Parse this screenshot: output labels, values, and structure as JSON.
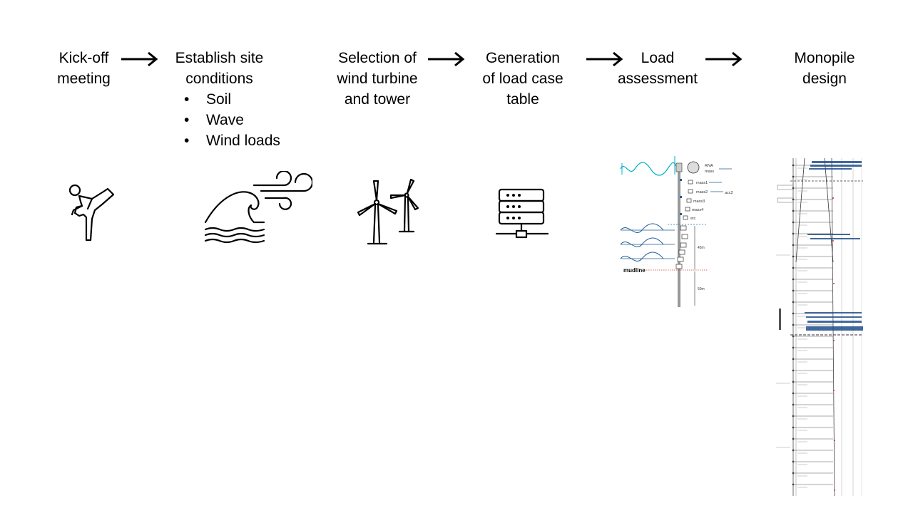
{
  "steps": [
    {
      "id": "kickoff",
      "lines": [
        "Kick-off",
        "meeting"
      ]
    },
    {
      "id": "site",
      "lines": [
        "Establish site",
        "conditions"
      ]
    },
    {
      "id": "turbine",
      "lines": [
        "Selection of",
        "wind turbine",
        "and tower"
      ]
    },
    {
      "id": "loadcase",
      "lines": [
        "Generation",
        "of load case",
        "table"
      ]
    },
    {
      "id": "load",
      "lines": [
        "Load",
        "assessment"
      ]
    },
    {
      "id": "monopile",
      "lines": [
        "Monopile",
        "design"
      ]
    }
  ],
  "site_conditions": [
    "Soil",
    "Wave",
    "Wind loads"
  ],
  "load_model": {
    "labels": [
      "RNA",
      "mass",
      "mass1",
      "mass2",
      "acc2",
      "mass3",
      "mass4",
      "etc",
      "mudline",
      "45m",
      "50m"
    ]
  },
  "icons": [
    "martial-arts-kick-icon",
    "wave-wind-icon",
    "wind-turbines-icon",
    "server-network-icon",
    "load-model-diagram",
    "monopile-design-drawing"
  ],
  "colors": {
    "text": "#000000",
    "water": "#00b0c8",
    "series": "#1f5c99",
    "mudline": "#c0392b",
    "accent_dashed": "#1f77b4"
  }
}
